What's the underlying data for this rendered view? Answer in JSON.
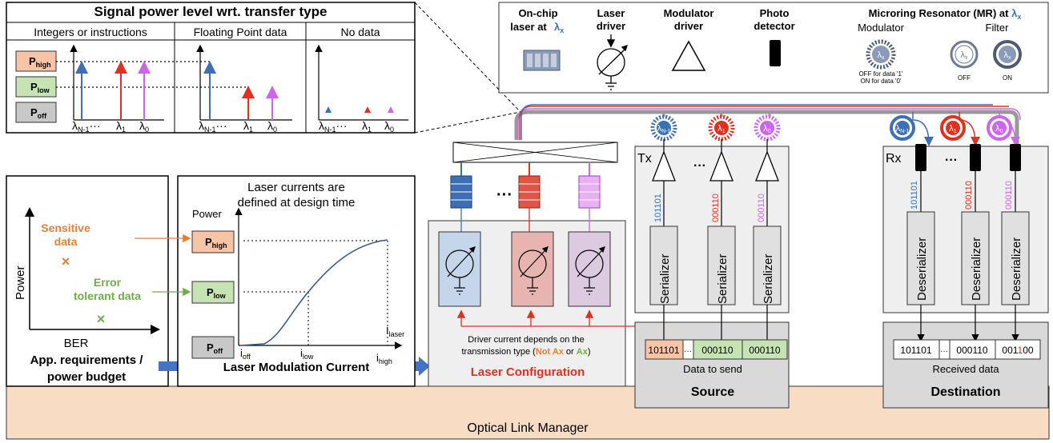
{
  "signal_panel": {
    "title": "Signal power level wrt. transfer type",
    "columns": [
      "Integers or instructions",
      "Floating Point data",
      "No data"
    ],
    "levels": [
      {
        "main": "P",
        "sub": "high",
        "color": "#f7c4a5"
      },
      {
        "main": "P",
        "sub": "low",
        "color": "#c6e3b4"
      },
      {
        "main": "P",
        "sub": "off",
        "color": "#c8c8c8"
      }
    ],
    "lambda": {
      "main": "λ",
      "n1": "N-1",
      "one": "1",
      "zero": "0",
      "dots": "···"
    }
  },
  "legend": {
    "onchip_laser": [
      "On-chip",
      "laser at"
    ],
    "onchip_lambda": {
      "main": "λ",
      "sub": "x"
    },
    "laser_driver": [
      "Laser",
      "driver"
    ],
    "modulator_driver": [
      "Modulator",
      "driver"
    ],
    "photodetector": [
      "Photo",
      "detector"
    ],
    "microring": "Microring Resonator (MR) at",
    "microring_lambda": {
      "main": "λ",
      "sub": "x"
    },
    "modulator_label": "Modulator",
    "modulator_notes": [
      "OFF for data '1'",
      "ON for data '0'"
    ],
    "filter_label": "Filter",
    "filter_off": "OFF",
    "filter_on": "ON",
    "ring_lambda": {
      "main": "λ",
      "sub": "x"
    }
  },
  "app": {
    "sensitive": [
      "Sensitive",
      "data"
    ],
    "tolerant": [
      "Error",
      "tolerant data"
    ],
    "yaxis": "Power",
    "xaxis": "BER",
    "footer": [
      "App. requirements /",
      "power budget"
    ]
  },
  "modulation": {
    "title": [
      "Laser currents are",
      "defined at design time"
    ],
    "yaxis": "Power",
    "levels": [
      {
        "main": "P",
        "sub": "high"
      },
      {
        "main": "P",
        "sub": "low"
      },
      {
        "main": "P",
        "sub": "off"
      }
    ],
    "ilaser": {
      "main": "I",
      "sub": "laser"
    },
    "ioff": {
      "main": "i",
      "sub": "off"
    },
    "ilow": {
      "main": "i",
      "sub": "low"
    },
    "ihigh": {
      "main": "i",
      "sub": "high"
    },
    "footer": "Laser Modulation Current"
  },
  "config": {
    "caption": [
      "Driver current depends on the",
      "transmission type ("
    ],
    "not_ax": "Not Ax",
    "or": " or ",
    "ax": "Ax",
    "close": ")",
    "footer": "Laser Configuration",
    "dots": "···"
  },
  "source": {
    "tx": "Tx",
    "dots": "···",
    "rings": [
      {
        "main": "λ",
        "sub": "N-1",
        "color": "#3b6fb6"
      },
      {
        "main": "λ",
        "sub": "1",
        "color": "#e03020"
      },
      {
        "main": "λ",
        "sub": "0",
        "color": "#cc66ee"
      }
    ],
    "streams": [
      "101101",
      "000110",
      "000110"
    ],
    "serializer": "Serializer",
    "data_cells": [
      "101101",
      "···",
      "000110",
      "000110"
    ],
    "data_caption": "Data to send",
    "footer": "Source"
  },
  "destination": {
    "rx": "Rx",
    "dots": "···",
    "rings": [
      {
        "main": "λ",
        "sub": "N-1",
        "color": "#3b6fb6"
      },
      {
        "main": "λ",
        "sub": "1",
        "color": "#e03020"
      },
      {
        "main": "λ",
        "sub": "0",
        "color": "#cc66ee"
      }
    ],
    "streams": [
      "101101",
      "000110",
      "000110"
    ],
    "deserializer": "Deserializer",
    "data_cells": [
      "101101",
      "···",
      "000110"
    ],
    "last_cell": {
      "head": "001",
      "err": "1",
      "tail": "00"
    },
    "data_caption": "Received data",
    "footer": "Destination"
  },
  "manager": "Optical Link Manager",
  "colors": {
    "blue": "#3b6fb6",
    "red": "#e03020",
    "violet": "#cc66ee",
    "orange": "#ed7d31",
    "green": "#70ad47",
    "high": "#f7c4a5",
    "low": "#c6e3b4",
    "off": "#c8c8c8",
    "manager": "#f8dcc4",
    "panel": "#efefef",
    "darkpanel": "#d9d9d9"
  }
}
